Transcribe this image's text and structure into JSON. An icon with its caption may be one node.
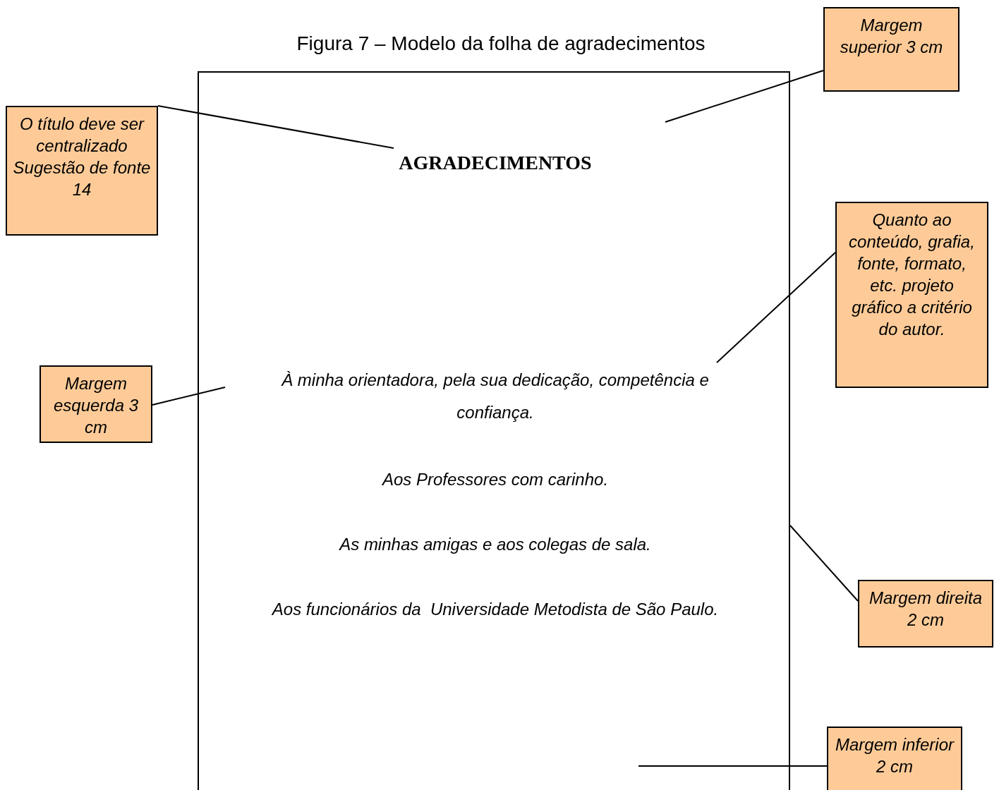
{
  "diagram": {
    "title": "Figura 7 – Modelo da folha de agradecimentos",
    "nodes": [
      {
        "text": [
          "O título deve ser centralizado Sugestão de fonte 14"
        ]
      },
      {
        "text": [
          "Margem superior 3 cm"
        ]
      },
      {
        "text": [],
        "shape": "box"
      },
      {
        "text": [
          "AGRADECIMENTOS"
        ],
        "in": 2
      },
      {
        "text": [
          "Quanto ao conteúdo, grafia, fonte, formato, etc. projeto gráfico a critério do autor."
        ]
      },
      {
        "text": [
          "Margem esquerda 3 cm"
        ]
      },
      {
        "text": [
          "À minha orientadora, pela sua dedicação, competência e confiança."
        ],
        "in": 2
      },
      {
        "text": [
          "Aos Professores com carinho."
        ],
        "in": 2
      },
      {
        "text": [
          "As minhas amigas e aos colegas de sala."
        ],
        "in": 2
      },
      {
        "text": [
          "Aos funcionários da  Universidade Metodista de São Paulo."
        ],
        "in": 2
      },
      {
        "text": [
          "Margem direita 2 cm"
        ]
      },
      {
        "text": [
          "Margem inferior 2 cm"
        ]
      }
    ],
    "edges": [
      {
        "from": 0,
        "to": 3,
        "arrow": "none"
      },
      {
        "from": 1,
        "to": null,
        "arrow": "none"
      },
      {
        "from": 4,
        "to": 6,
        "arrow": "none"
      },
      {
        "from": 5,
        "to": null,
        "arrow": "none"
      },
      {
        "from": 10,
        "to": 2,
        "arrow": "none"
      },
      {
        "from": 11,
        "to": null,
        "arrow": "none"
      }
    ]
  }
}
